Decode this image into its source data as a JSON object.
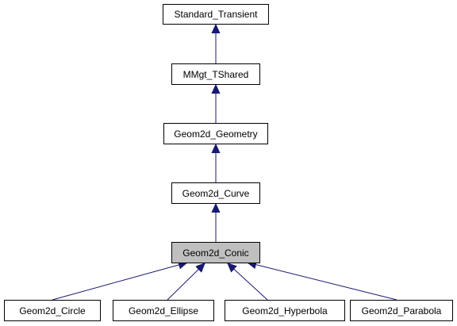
{
  "nodes": {
    "standard_transient": "Standard_Transient",
    "mmgt_tshared": "MMgt_TShared",
    "geom2d_geometry": "Geom2d_Geometry",
    "geom2d_curve": "Geom2d_Curve",
    "geom2d_conic": "Geom2d_Conic",
    "geom2d_circle": "Geom2d_Circle",
    "geom2d_ellipse": "Geom2d_Ellipse",
    "geom2d_hyperbola": "Geom2d_Hyperbola",
    "geom2d_parabola": "Geom2d_Parabola"
  },
  "colors": {
    "edge": "#191970",
    "highlight_fill": "#bfbfbf",
    "border": "#000000"
  }
}
